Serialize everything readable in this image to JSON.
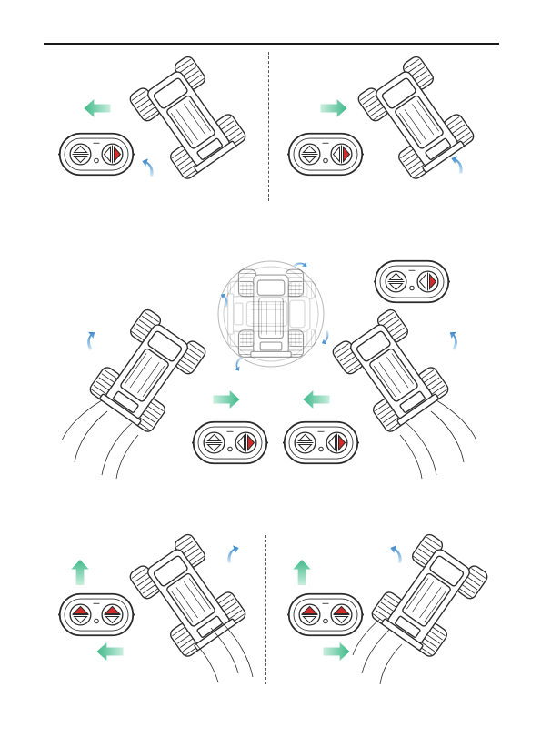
{
  "colors": {
    "ink": "#2b2b2b",
    "button_active": "#d42a2a",
    "arrow_green_start": "#3fb98a",
    "arrow_green_end": "#c9eedd",
    "arrow_blue_start": "#2f82c8",
    "arrow_blue_end": "#d4e8f7",
    "tire": "#ffffff"
  },
  "icons": {
    "remote": "remote-control-icon",
    "car": "monster-truck-icon",
    "direction": "green-direction-arrow-icon",
    "rotation": "blue-rotation-arrow-icon"
  },
  "sections": [
    {
      "name": "section-spin-in-place",
      "panels": [
        {
          "name": "panel-turn-left",
          "remote_active": "right-forward",
          "move_arrows": [
            "left"
          ],
          "rotation": "ccw"
        },
        {
          "name": "panel-turn-right",
          "remote_active": "right-forward",
          "move_arrows": [
            "right"
          ],
          "rotation": "cw"
        }
      ]
    },
    {
      "name": "section-360-stunt",
      "panels": [
        {
          "name": "panel-drift-right",
          "remote_active": "right-forward",
          "move_arrows": [
            "right"
          ],
          "rotation": "ccw"
        },
        {
          "name": "panel-drift-left",
          "remote_active": "right-forward",
          "move_arrows": [
            "left"
          ],
          "rotation": "cw"
        },
        {
          "name": "panel-center-spin",
          "remote_active": "right-forward",
          "move_arrows": [],
          "rotation": "spin"
        }
      ]
    },
    {
      "name": "section-forward-turn",
      "panels": [
        {
          "name": "panel-forward-left",
          "remote_active": "both-forward",
          "move_arrows": [
            "up",
            "left"
          ],
          "rotation": "cw"
        },
        {
          "name": "panel-forward-right",
          "remote_active": "both-forward",
          "move_arrows": [
            "up",
            "right"
          ],
          "rotation": "cw"
        }
      ]
    }
  ]
}
